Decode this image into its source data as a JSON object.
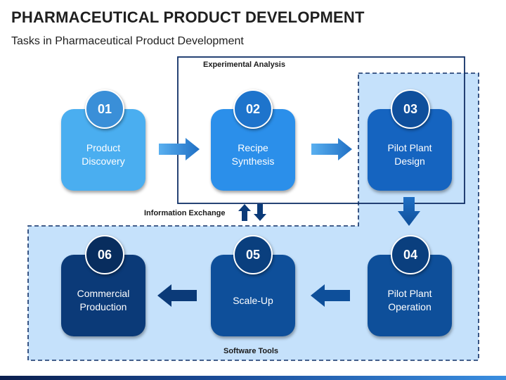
{
  "header": {
    "title": "PHARMACEUTICAL PRODUCT DEVELOPMENT",
    "subtitle": "Tasks in Pharmaceutical Product Development"
  },
  "regions": {
    "experimental": "Experimental Analysis",
    "software": "Software Tools",
    "exchange": "Information Exchange"
  },
  "steps": [
    {
      "num": "01",
      "line1": "Product",
      "line2": "Discovery",
      "card_color": "#4aaef0",
      "badge_color": "#3a8fd8"
    },
    {
      "num": "02",
      "line1": "Recipe",
      "line2": "Synthesis",
      "card_color": "#2b8fea",
      "badge_color": "#1e74cc"
    },
    {
      "num": "03",
      "line1": "Pilot Plant",
      "line2": "Design",
      "card_color": "#1564c0",
      "badge_color": "#0f4f9c"
    },
    {
      "num": "04",
      "line1": "Pilot Plant",
      "line2": "Operation",
      "card_color": "#0e4f9a",
      "badge_color": "#0a3f7e"
    },
    {
      "num": "05",
      "line1": "Scale-Up",
      "line2": "",
      "card_color": "#0e4f9a",
      "badge_color": "#0a3f7e"
    },
    {
      "num": "06",
      "line1": "Commercial",
      "line2": "Production",
      "card_color": "#0b3a78",
      "badge_color": "#082d5e"
    }
  ],
  "colors": {
    "region_fill": "#c5e1fb",
    "region_border": "#0f2f66",
    "arrow": "#1e6ec2"
  }
}
